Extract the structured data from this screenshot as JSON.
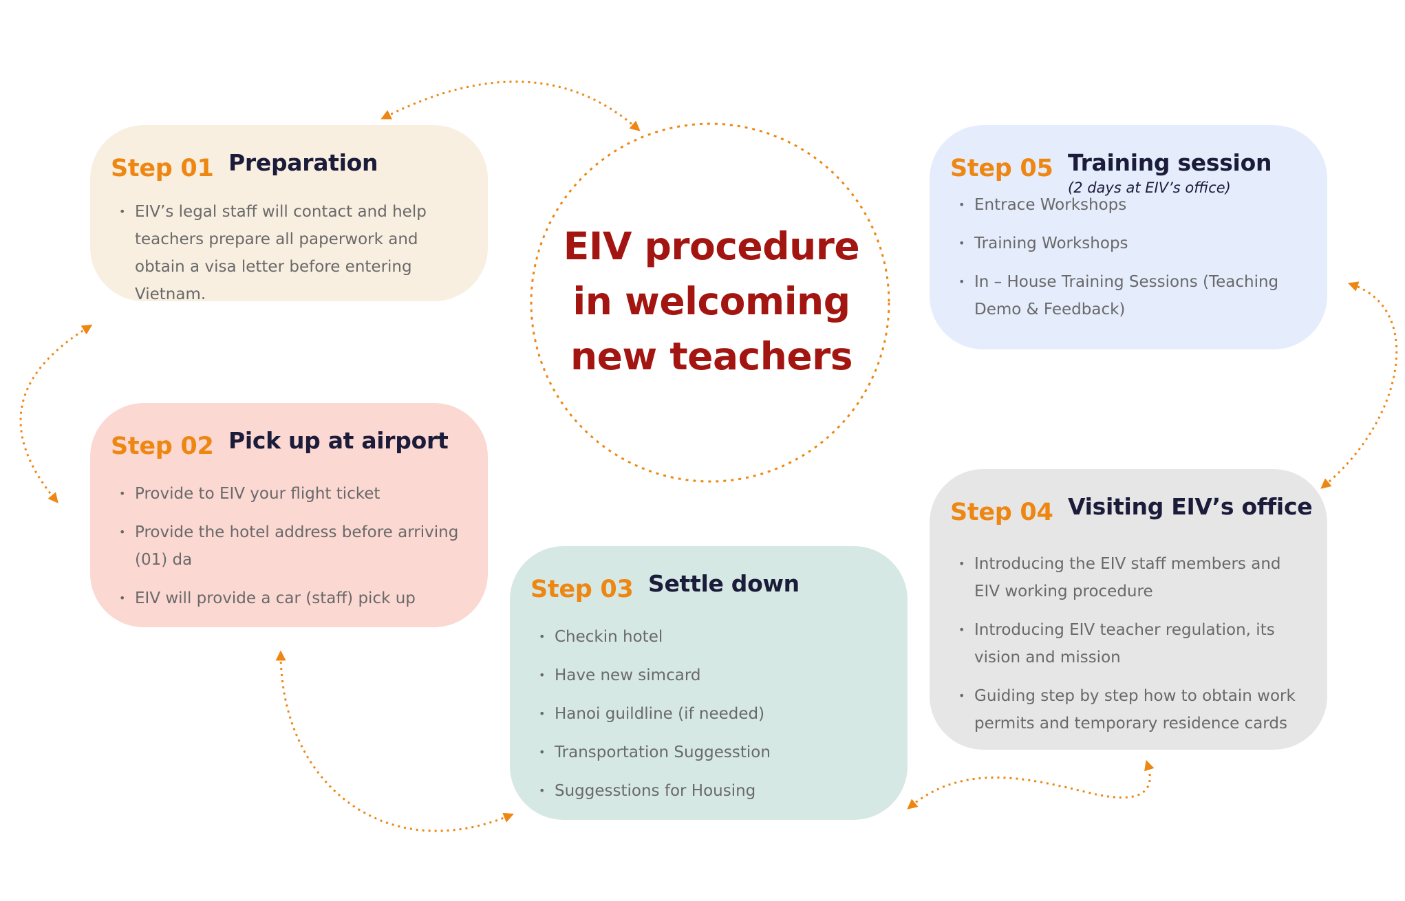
{
  "center": {
    "line1": "EIV procedure",
    "line2": "in welcoming",
    "line3": "new teachers"
  },
  "colors": {
    "accent": "#ee8612",
    "center_title": "#a31511",
    "step1_bg": "#f8efe1",
    "step2_bg": "#fbd8d2",
    "step3_bg": "#d6e8e3",
    "step4_bg": "#e6e6e6",
    "step5_bg": "#e5ecfc"
  },
  "steps": [
    {
      "label": "Step 01",
      "title": "Preparation",
      "items": [
        "EIV’s legal staff will contact and help teachers prepare all paperwork and obtain a visa letter before entering Vietnam."
      ]
    },
    {
      "label": "Step 02",
      "title": "Pick up at airport",
      "items": [
        "Provide to EIV your flight ticket",
        "Provide the hotel address before arriving (01) da",
        "EIV will provide a car (staff) pick up"
      ]
    },
    {
      "label": "Step 03",
      "title": "Settle down",
      "items": [
        "Checkin hotel",
        "Have new simcard",
        "Hanoi guildline (if needed)",
        "Transportation Suggesstion",
        "Suggesstions for Housing"
      ]
    },
    {
      "label": "Step 04",
      "title": "Visiting EIV’s office",
      "items": [
        "Introducing the EIV staff members and EIV working procedure",
        "Introducing EIV teacher regulation, its vision and mission",
        "Guiding step by step how to obtain work permits and temporary residence cards"
      ]
    },
    {
      "label": "Step 05",
      "title": "Training session",
      "subtitle": "(2 days at EIV’s office)",
      "items": [
        "Entrace Workshops",
        "Training Workshops",
        "In – House Training Sessions (Teaching Demo & Feedback)"
      ]
    }
  ]
}
